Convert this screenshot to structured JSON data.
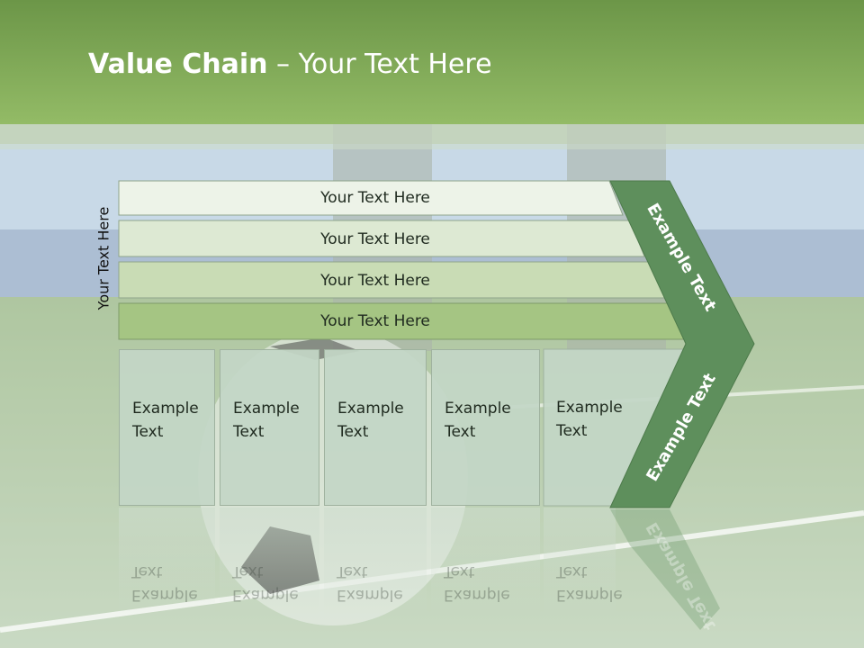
{
  "slide": {
    "title_bold": "Value Chain",
    "title_rest": " – Your Text Here",
    "side_label": "Your Text Here"
  },
  "bars": [
    {
      "label": "Your Text Here",
      "color": "#edf3e8"
    },
    {
      "label": "Your Text Here",
      "color": "#dde9d3"
    },
    {
      "label": "Your Text Here",
      "color": "#c9dcb5"
    },
    {
      "label": "Your Text Here",
      "color": "#a5c583"
    }
  ],
  "cells": [
    {
      "text": "Example\nText"
    },
    {
      "text": "Example\nText"
    },
    {
      "text": "Example\nText"
    },
    {
      "text": "Example\nText"
    },
    {
      "text": "Example\nText"
    }
  ],
  "chevron": {
    "top_text": "Example Text",
    "bottom_text": "Example Text",
    "color": "#5e8f5c"
  },
  "colors": {
    "header": "#8bb35e",
    "grass": "#7fa85f",
    "sky": "#a9c6e8"
  }
}
